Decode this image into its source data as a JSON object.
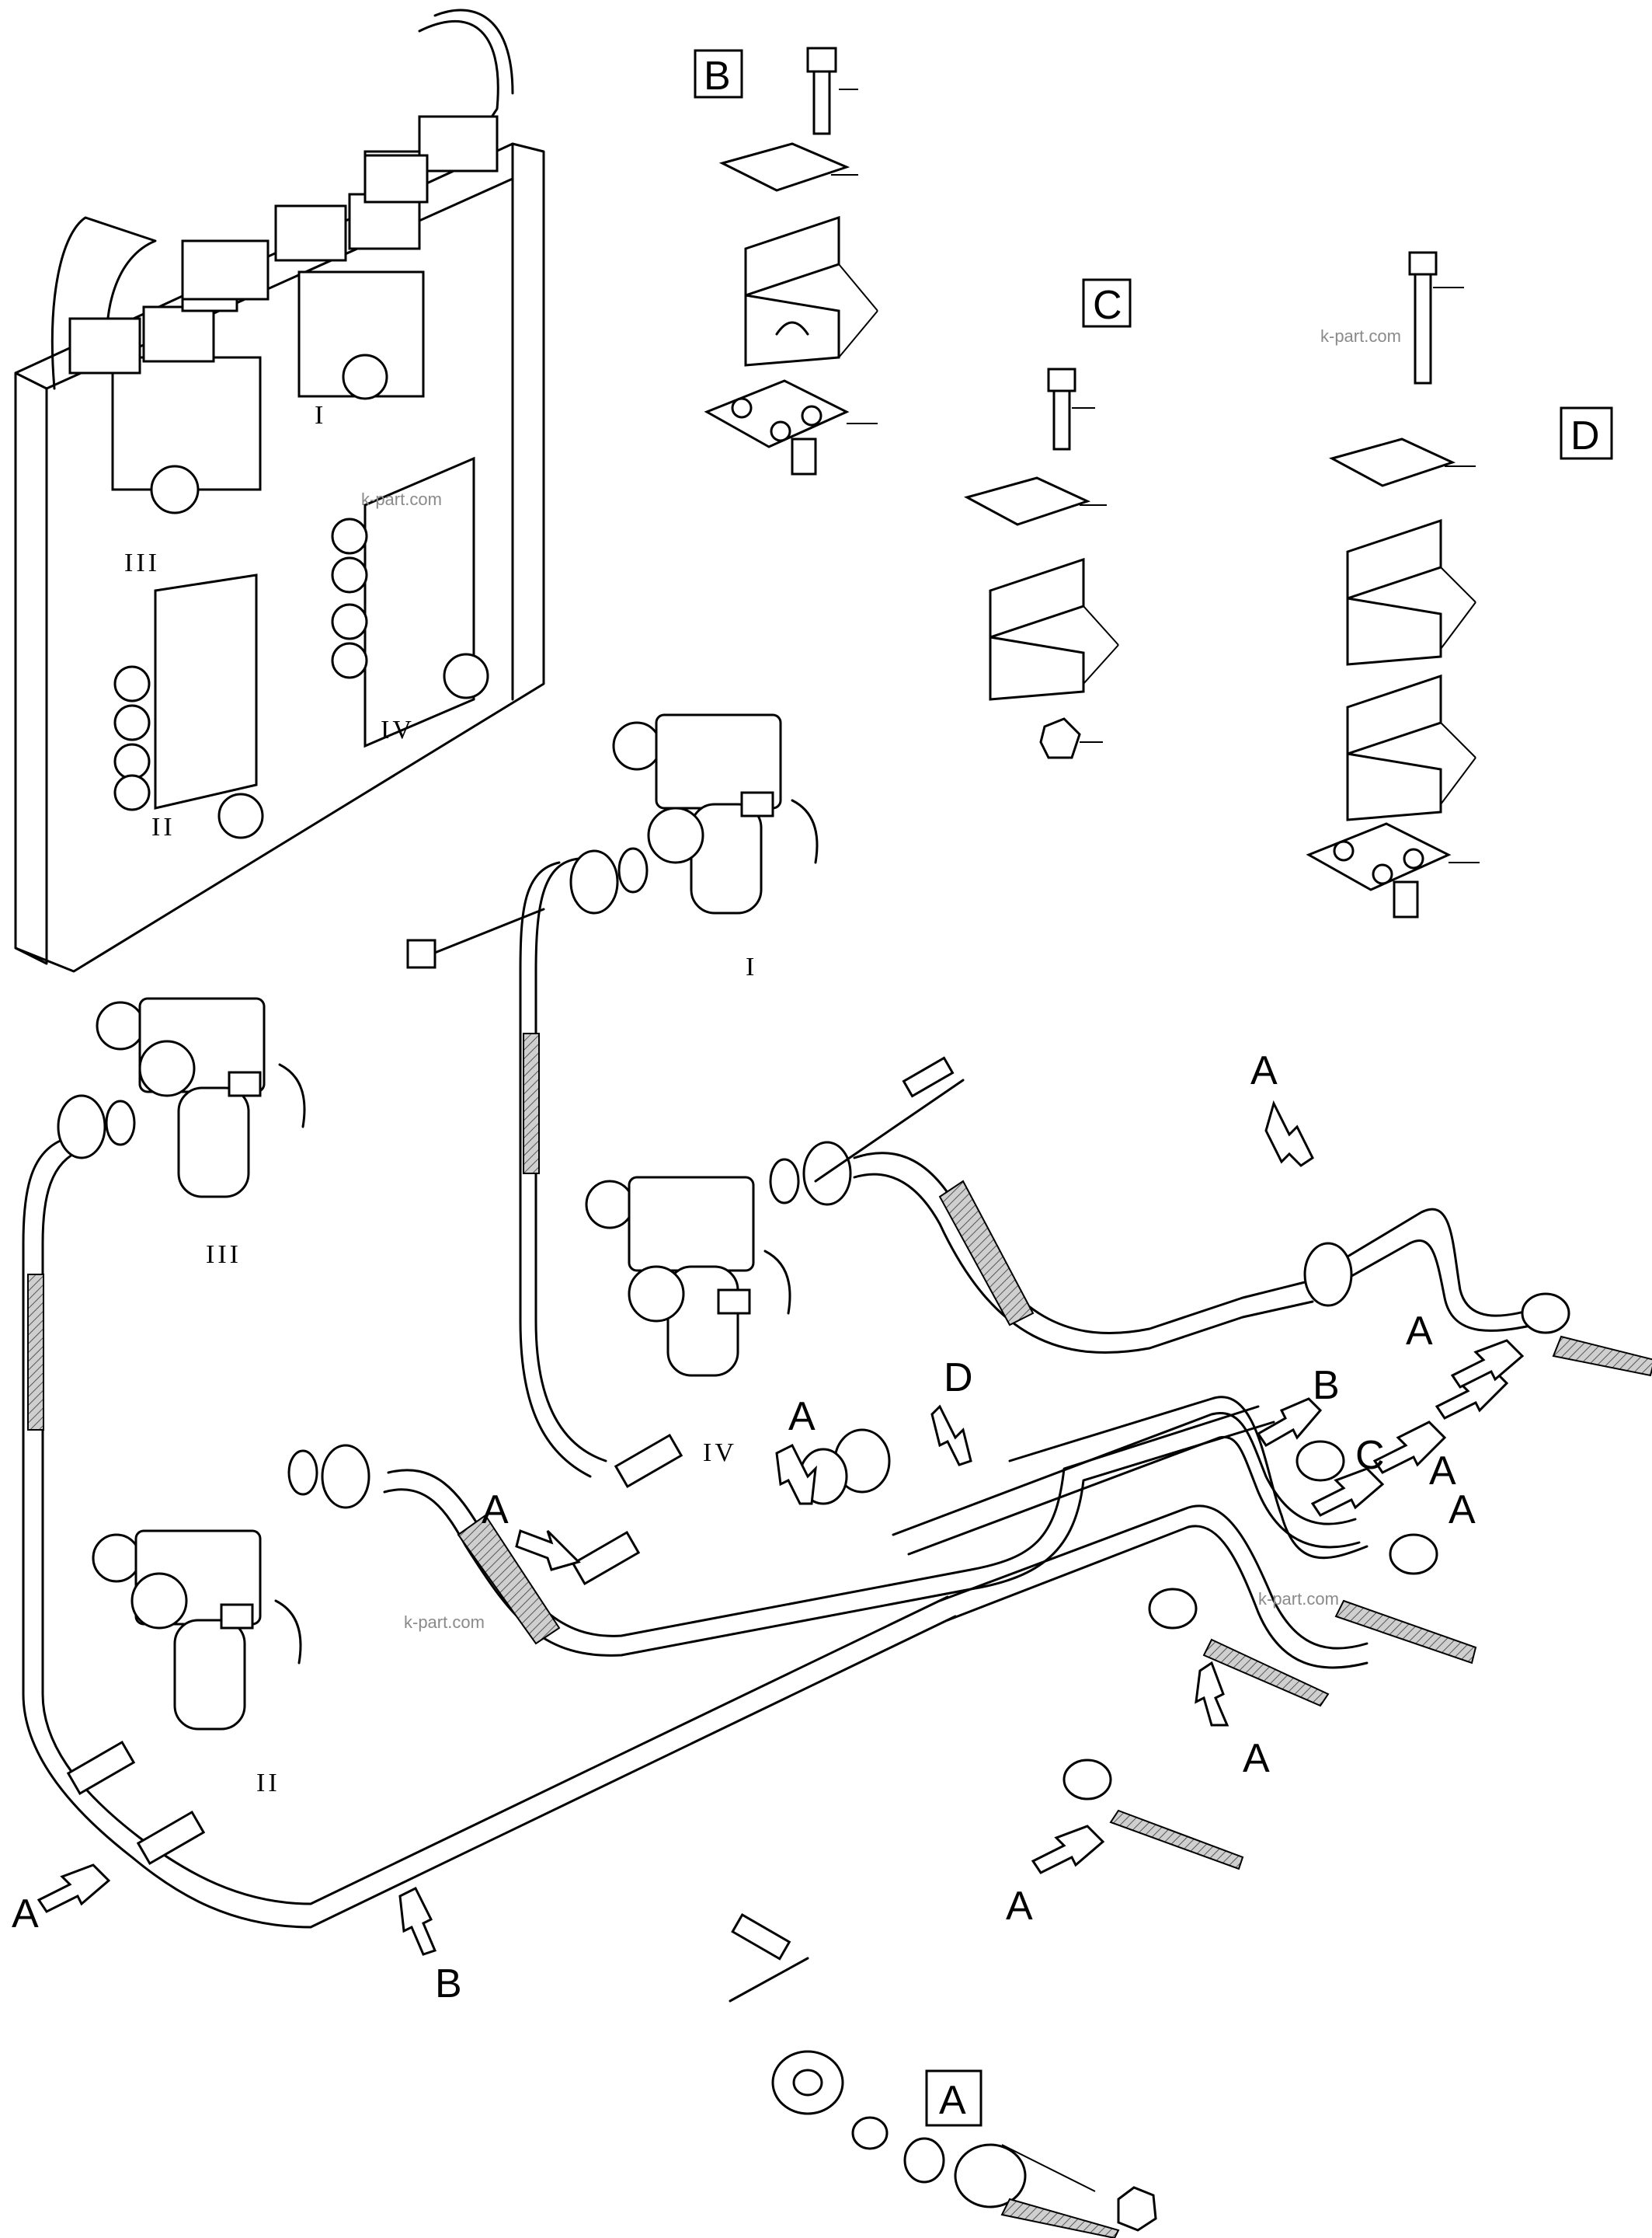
{
  "detail_boxes": {
    "A": "A",
    "B": "B",
    "C": "C",
    "D": "D"
  },
  "callouts": {
    "A1": "A",
    "A2": "A",
    "A3": "A",
    "A4": "A",
    "A5": "A",
    "A6": "A",
    "A7": "A",
    "A8": "A",
    "A9": "A",
    "B1": "B",
    "B2": "B",
    "C1": "C",
    "D1": "D"
  },
  "valve_labels": {
    "panel_III": "III",
    "panel_I": "I",
    "panel_II": "II",
    "panel_IV": "IV",
    "body_I": "I",
    "body_III": "III",
    "body_IV": "IV",
    "body_II": "II"
  },
  "watermarks": [
    "k-part.com",
    "k-part.com",
    "k-part.com",
    "k-part.com"
  ]
}
